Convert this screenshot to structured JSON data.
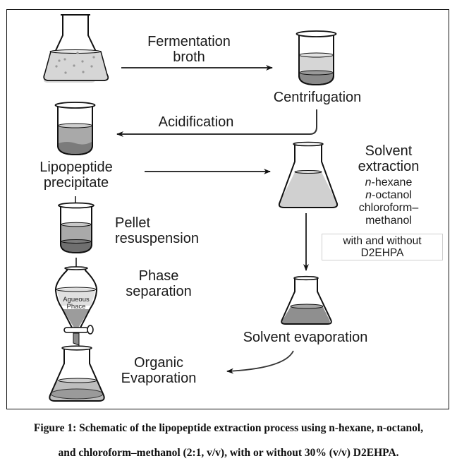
{
  "figure": {
    "steps": {
      "fermentation_broth": [
        "Fermentation",
        "broth"
      ],
      "centrifugation": "Centrifugation",
      "acidification": "Acidification",
      "lipopeptide_precipitate": [
        "Lipopeptide",
        "precipitate"
      ],
      "solvent_extraction": [
        "Solvent",
        "extraction"
      ],
      "solvents": {
        "hexane_prefix": "n",
        "hexane_suffix": "-hexane",
        "octanol_prefix": "n",
        "octanol_suffix": "-octanol",
        "chloroform": "chloroform–",
        "methanol": "methanol"
      },
      "d2ehpa_note": [
        "with and without",
        "D2EHPA"
      ],
      "pellet_resuspension": [
        "Pellet",
        "resuspension"
      ],
      "phase_separation": [
        "Phase",
        "separation"
      ],
      "funnel_label": [
        "Agueous",
        "Phace"
      ],
      "solvent_evaporation": "Solvent evaporation",
      "organic_evaporation": [
        "Organic",
        "Evaporation"
      ]
    },
    "colors": {
      "liquid_light": "#d6d6d6",
      "liquid_mid": "#a9a9a9",
      "liquid_dark": "#7f7f7f",
      "outline": "#111111"
    }
  },
  "caption": {
    "line1": "Figure 1: Schematic of the lipopeptide extraction process using n-hexane, n-octanol,",
    "line2": "and chloroform–methanol (2:1, v/v), with or without 30% (v/v) D2EHPA."
  }
}
